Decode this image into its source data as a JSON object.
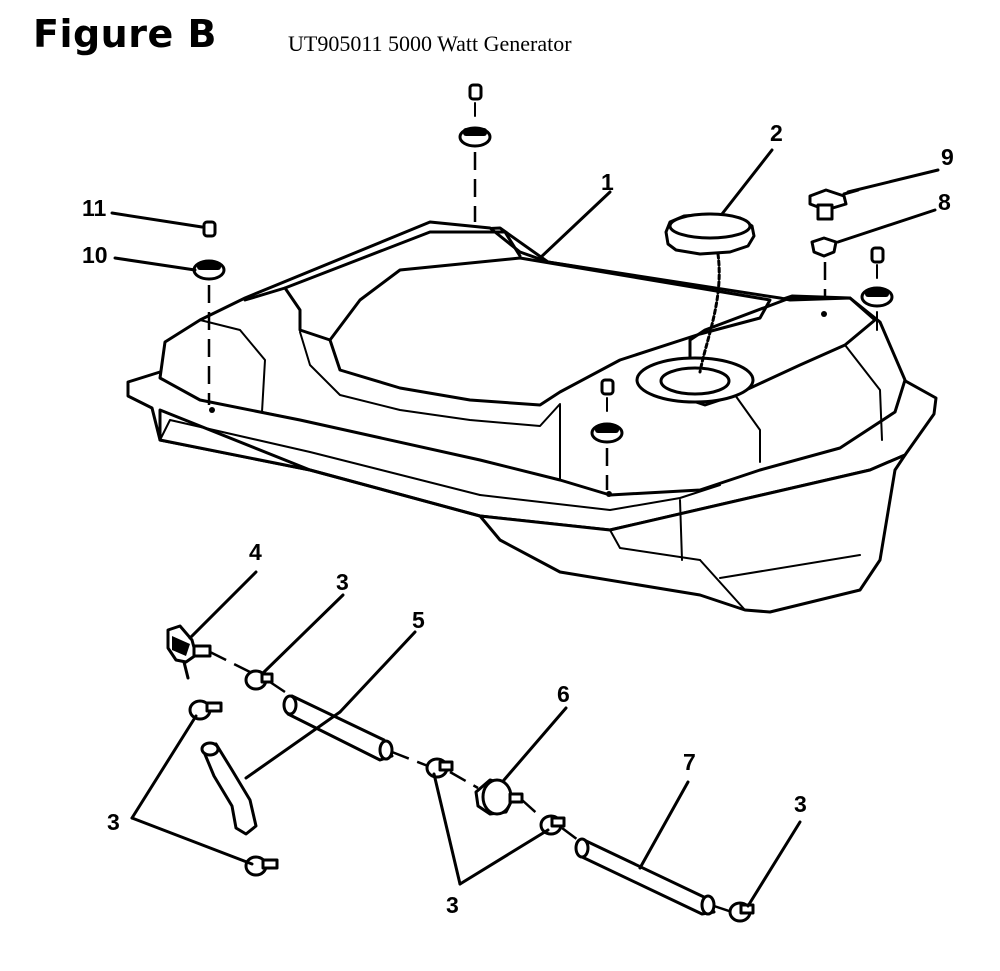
{
  "figure": {
    "title": "Figure B",
    "subtitle": "UT905011 5000 Watt Generator"
  },
  "callouts": {
    "part_1": "1",
    "part_2": "2",
    "part_3_clamp_a": "3",
    "part_3_group_left": "3",
    "part_3_group_mid": "3",
    "part_3_clamp_end": "3",
    "part_4": "4",
    "part_5": "5",
    "part_6": "6",
    "part_7": "7",
    "part_8": "8",
    "part_9": "9",
    "part_10": "10",
    "part_11": "11"
  },
  "icons": {
    "fuel_tank": "fuel-tank-icon",
    "fuel_cap": "fuel-cap-icon",
    "fuel_valve": "fuel-valve-icon",
    "fuel_filter": "fuel-filter-icon"
  }
}
